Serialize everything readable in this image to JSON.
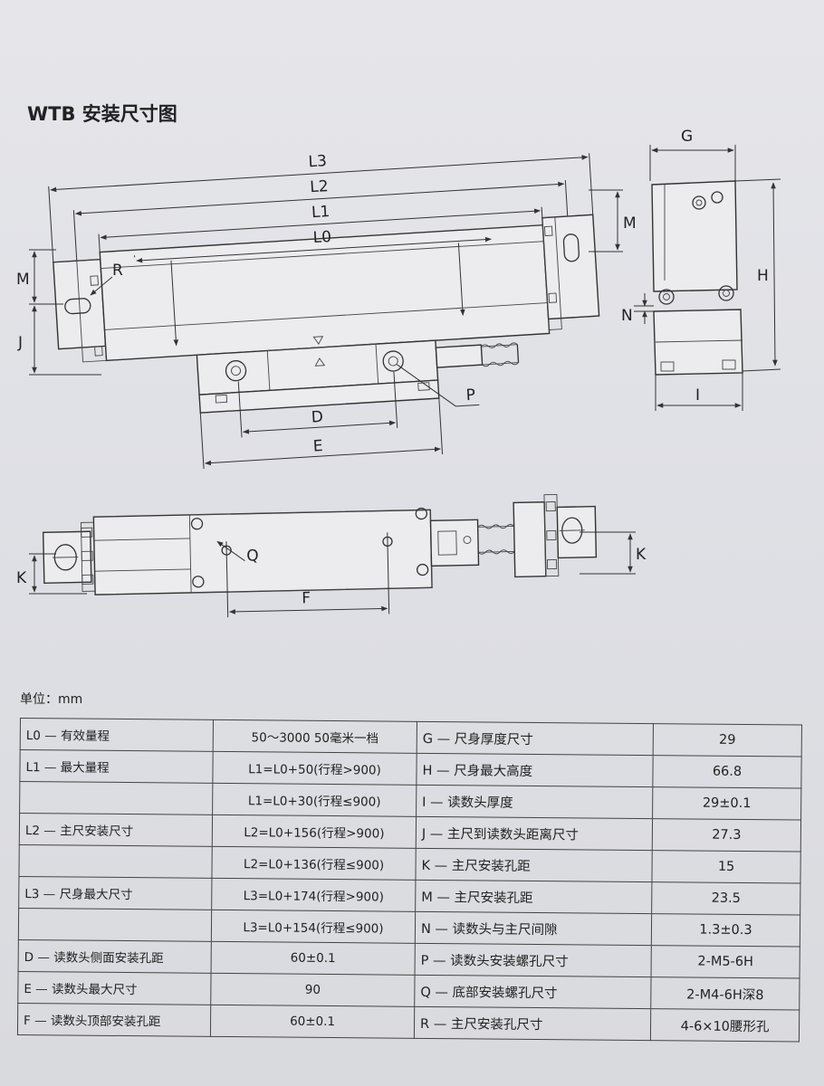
{
  "title": "WTB 安装尺寸图",
  "unit_label": "单位：mm",
  "labels": {
    "L0": "L0",
    "L1": "L1",
    "L2": "L2",
    "L3": "L3",
    "M": "M",
    "R": "R",
    "J": "J",
    "D": "D",
    "E": "E",
    "P": "P",
    "G": "G",
    "H": "H",
    "N": "N",
    "I": "I",
    "K": "K",
    "Q": "Q",
    "F": "F"
  },
  "table": {
    "rows": [
      {
        "n1": "L0 — 有效量程",
        "v1": "50～3000  50毫米一档",
        "n2": "G — 尺身厚度尺寸",
        "v2": "29"
      },
      {
        "n1": "L1 — 最大量程",
        "v1": "L1=L0+50(行程>900)",
        "n2": "H — 尺身最大高度",
        "v2": "66.8"
      },
      {
        "n1": "",
        "v1": "L1=L0+30(行程≤900)",
        "n2": "I — 读数头厚度",
        "v2": "29±0.1"
      },
      {
        "n1": "L2 — 主尺安装尺寸",
        "v1": "L2=L0+156(行程>900)",
        "n2": "J — 主尺到读数头距离尺寸",
        "v2": "27.3"
      },
      {
        "n1": "",
        "v1": "L2=L0+136(行程≤900)",
        "n2": "K — 主尺安装孔距",
        "v2": "15"
      },
      {
        "n1": "L3 — 尺身最大尺寸",
        "v1": "L3=L0+174(行程>900)",
        "n2": "M — 主尺安装孔距",
        "v2": "23.5"
      },
      {
        "n1": "",
        "v1": "L3=L0+154(行程≤900)",
        "n2": "N — 读数头与主尺间隙",
        "v2": "1.3±0.3"
      },
      {
        "n1": "D — 读数头侧面安装孔距",
        "v1": "60±0.1",
        "n2": "P — 读数头安装螺孔尺寸",
        "v2": "2-M5-6H"
      },
      {
        "n1": "E — 读数头最大尺寸",
        "v1": "90",
        "n2": "Q — 底部安装螺孔尺寸",
        "v2": "2-M4-6H深8"
      },
      {
        "n1": "F — 读数头顶部安装孔距",
        "v1": "60±0.1",
        "n2": "R — 主尺安装孔尺寸",
        "v2": "4-6×10腰形孔"
      }
    ]
  }
}
